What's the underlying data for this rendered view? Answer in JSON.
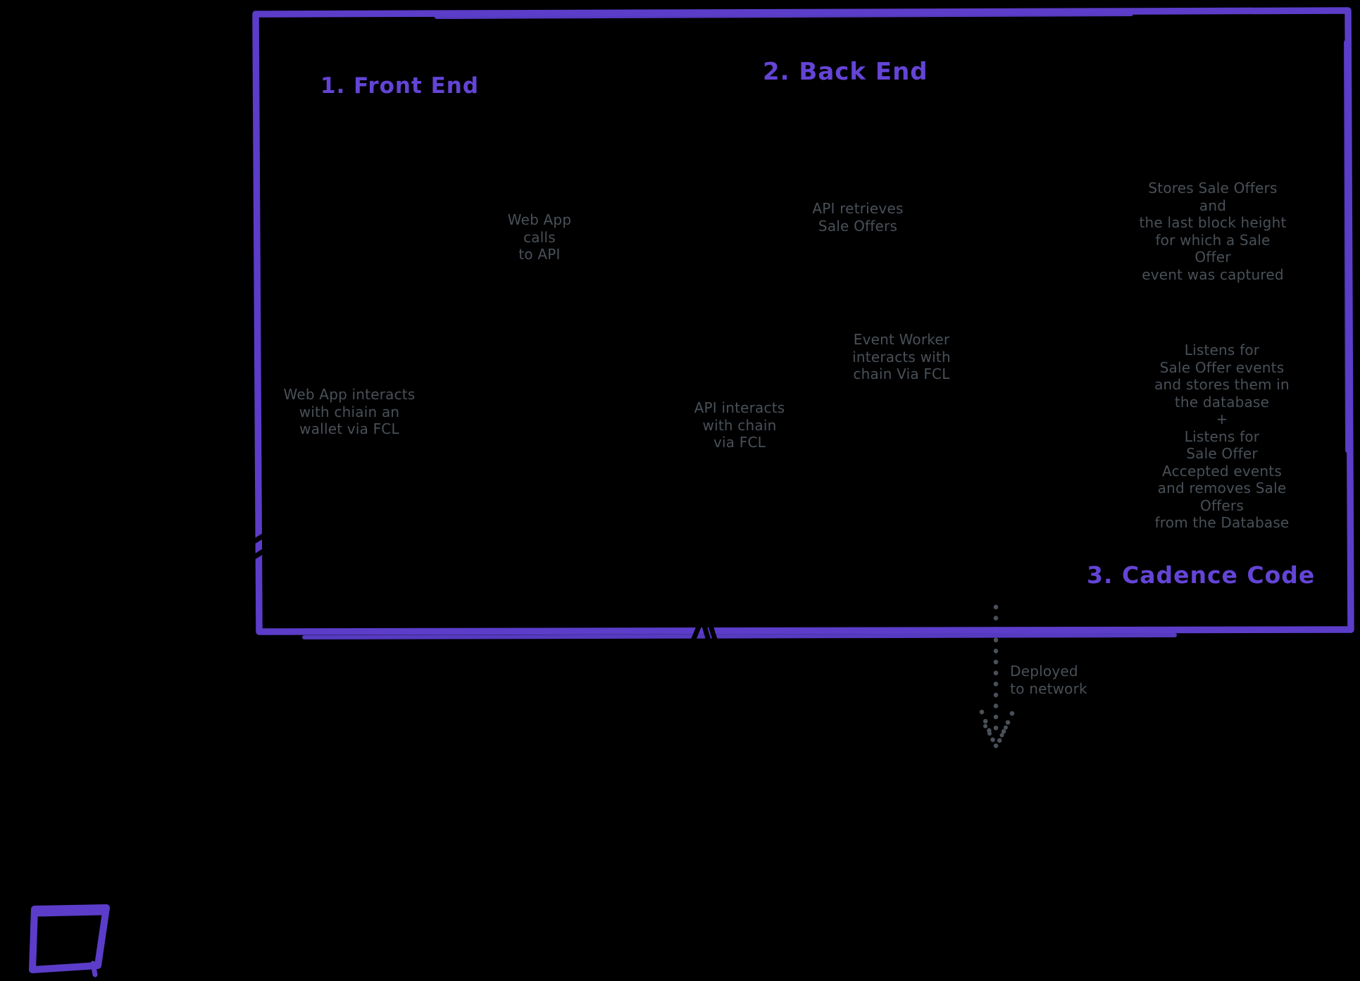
{
  "colors": {
    "purple": "#5b3dc9",
    "heading_purple": "#6444d6",
    "gray": "#495057",
    "bg": "#000000"
  },
  "headings": {
    "front_end": "1. Front End",
    "back_end": "2. Back End",
    "cadence_code": "3. Cadence Code"
  },
  "annotations": {
    "web_app_calls": "Web App\ncalls\nto API",
    "api_retrieves": "API retrieves\nSale Offers",
    "stores_sale_offers": "Stores Sale Offers and\nthe last block height\nfor which a Sale Offer\nevent was captured",
    "event_worker": "Event Worker\ninteracts with\nchain Via FCL",
    "web_app_interacts": "Web App interacts\nwith chiain an\nwallet via FCL",
    "api_interacts": "API interacts\nwith chain\nvia FCL",
    "listens": "Listens for\nSale Offer events\nand stores them in\nthe database\n+\nListens for\nSale Offer Accepted events\nand removes Sale Offers\nfrom the Database",
    "deployed_to_network": "Deployed\nto network"
  }
}
